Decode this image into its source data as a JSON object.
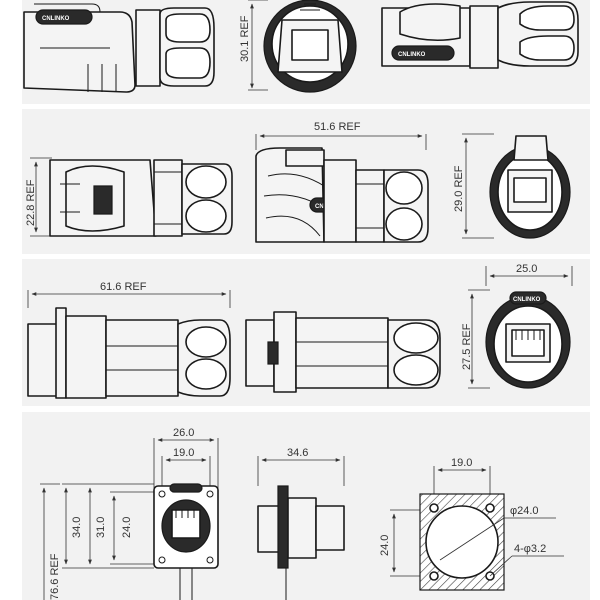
{
  "brand_logo": "CNLINKO",
  "dimensions": {
    "height_top": "30.1 REF",
    "width_side": "51.6 REF",
    "height_left": "22.8 REF",
    "height_front": "29.0 REF",
    "length_plug": "61.6 REF",
    "width_socket_front": "25.0",
    "height_socket_front": "27.5 REF",
    "panel_width_outer": "26.0",
    "panel_width_inner": "19.0",
    "panel_height_outer": "34.0",
    "panel_height_mid": "31.0",
    "panel_height_inner": "24.0",
    "panel_height_total": "76.6 REF",
    "side_length": "34.6",
    "cutout_width": "19.0",
    "cutout_height": "24.0",
    "cutout_diameter": "φ24.0",
    "hole_spec": "4-φ3.2"
  },
  "colors": {
    "panel_bg": "#f2f2f2",
    "line": "#1a1a1a",
    "dim": "#333333"
  }
}
